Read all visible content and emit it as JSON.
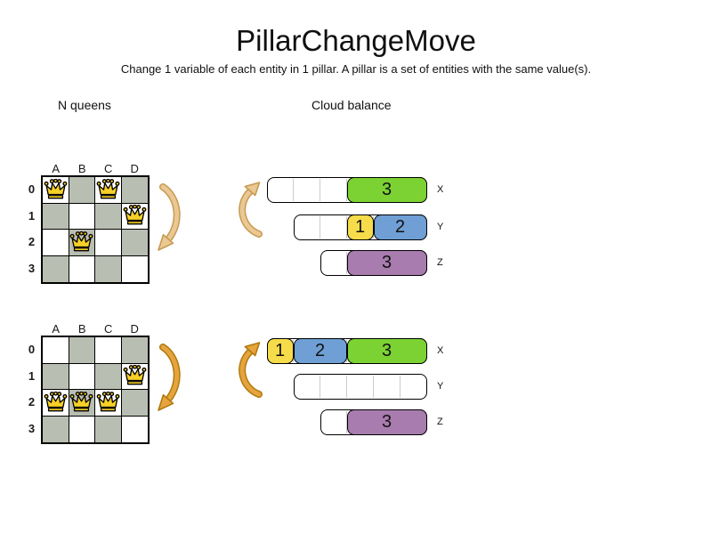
{
  "title": "PillarChangeMove",
  "subtitle": "Change 1 variable of each entity in 1 pillar. A pillar is a set of entities with the same value(s).",
  "sections": {
    "nqueens": {
      "label": "N queens"
    },
    "cloudbalance": {
      "label": "Cloud balance"
    }
  },
  "colors": {
    "board_gray": "#b9beb3",
    "board_white": "#ffffff",
    "queen_gold": "#f7d028",
    "green": "#7cd232",
    "yellow": "#f6dc4a",
    "blue": "#6f9fd4",
    "purple": "#a87cae",
    "tick_gray": "#cccccc",
    "arrow_before_fill": "#eac893",
    "arrow_before_stroke": "#c69a52",
    "arrow_after_fill": "#e5a43d",
    "arrow_after_stroke": "#b1790e"
  },
  "nqueens_board": {
    "columns": [
      "A",
      "B",
      "C",
      "D"
    ],
    "rows": [
      "0",
      "1",
      "2",
      "3"
    ],
    "states": [
      {
        "name": "before",
        "queens": [
          "A0",
          "C0",
          "D1",
          "B2"
        ]
      },
      {
        "name": "after",
        "queens": [
          "D1",
          "A2",
          "B2",
          "C2"
        ]
      }
    ]
  },
  "cloud_balance": {
    "computer_labels": [
      "X",
      "Y",
      "Z"
    ],
    "states": [
      {
        "name": "before",
        "bars": [
          {
            "label": "X",
            "units": 6,
            "segments": [
              {
                "value": "3",
                "size": 3,
                "offset": 3,
                "color": "green"
              }
            ]
          },
          {
            "label": "Y",
            "units": 5,
            "segments": [
              {
                "value": "1",
                "size": 1,
                "offset": 2,
                "color": "yellow"
              },
              {
                "value": "2",
                "size": 2,
                "offset": 3,
                "color": "blue"
              }
            ]
          },
          {
            "label": "Z",
            "units": 4,
            "segments": [
              {
                "value": "3",
                "size": 3,
                "offset": 1,
                "color": "purple"
              }
            ]
          }
        ]
      },
      {
        "name": "after",
        "bars": [
          {
            "label": "X",
            "units": 6,
            "segments": [
              {
                "value": "1",
                "size": 1,
                "offset": 0,
                "color": "yellow"
              },
              {
                "value": "2",
                "size": 2,
                "offset": 1,
                "color": "blue"
              },
              {
                "value": "3",
                "size": 3,
                "offset": 3,
                "color": "green"
              }
            ]
          },
          {
            "label": "Y",
            "units": 5,
            "segments": []
          },
          {
            "label": "Z",
            "units": 4,
            "segments": [
              {
                "value": "3",
                "size": 3,
                "offset": 1,
                "color": "purple"
              }
            ]
          }
        ]
      }
    ]
  }
}
